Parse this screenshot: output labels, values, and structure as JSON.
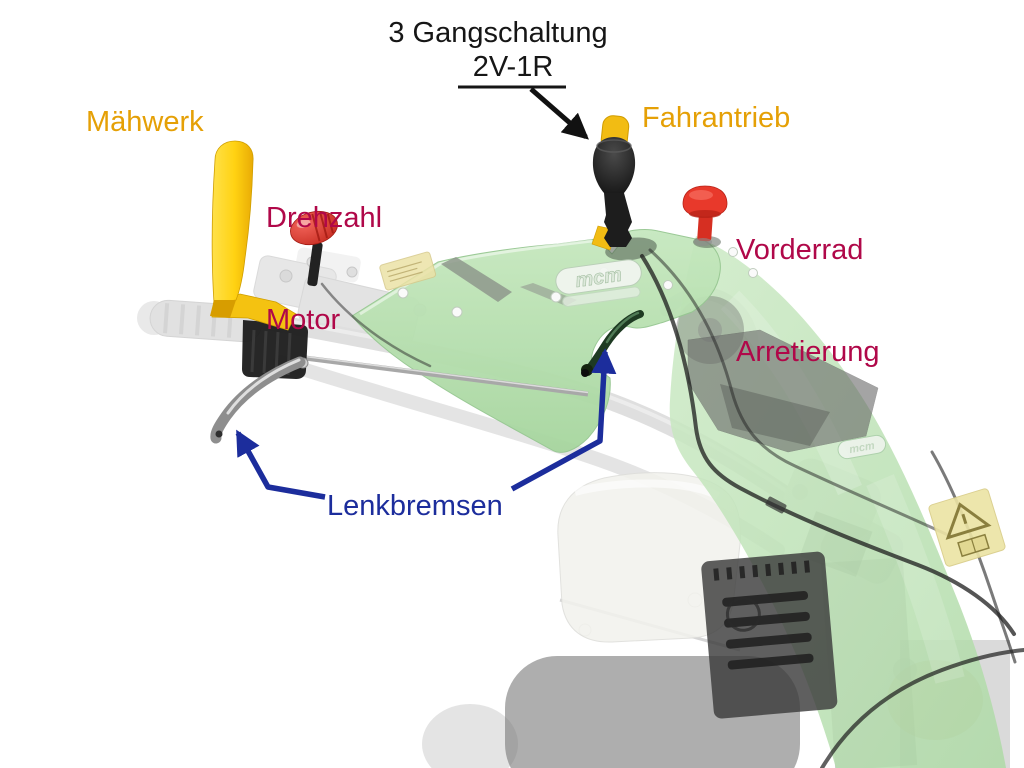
{
  "diagram": {
    "labels": {
      "gearshift": {
        "line1": "3 Gangschaltung",
        "line2": "2V-1R"
      },
      "maehwerk": "Mähwerk",
      "drehzahl": {
        "line1": "Drehzahl",
        "line2": "Motor"
      },
      "fahrantrieb": "Fahrantrieb",
      "vorderrad": {
        "line1": "Vorderrad",
        "line2": "Arretierung"
      },
      "lenkbremsen": "Lenkbremsen"
    },
    "machine": {
      "brand_badge": "mcm"
    },
    "colors": {
      "label_black": "#161616",
      "label_orange": "#E5A006",
      "label_crimson": "#B00849",
      "label_blue": "#1C2D9C",
      "machine_green": "#B7DFB0",
      "lever_yellow": "#FFD212",
      "knob_red": "#E8392B"
    }
  }
}
